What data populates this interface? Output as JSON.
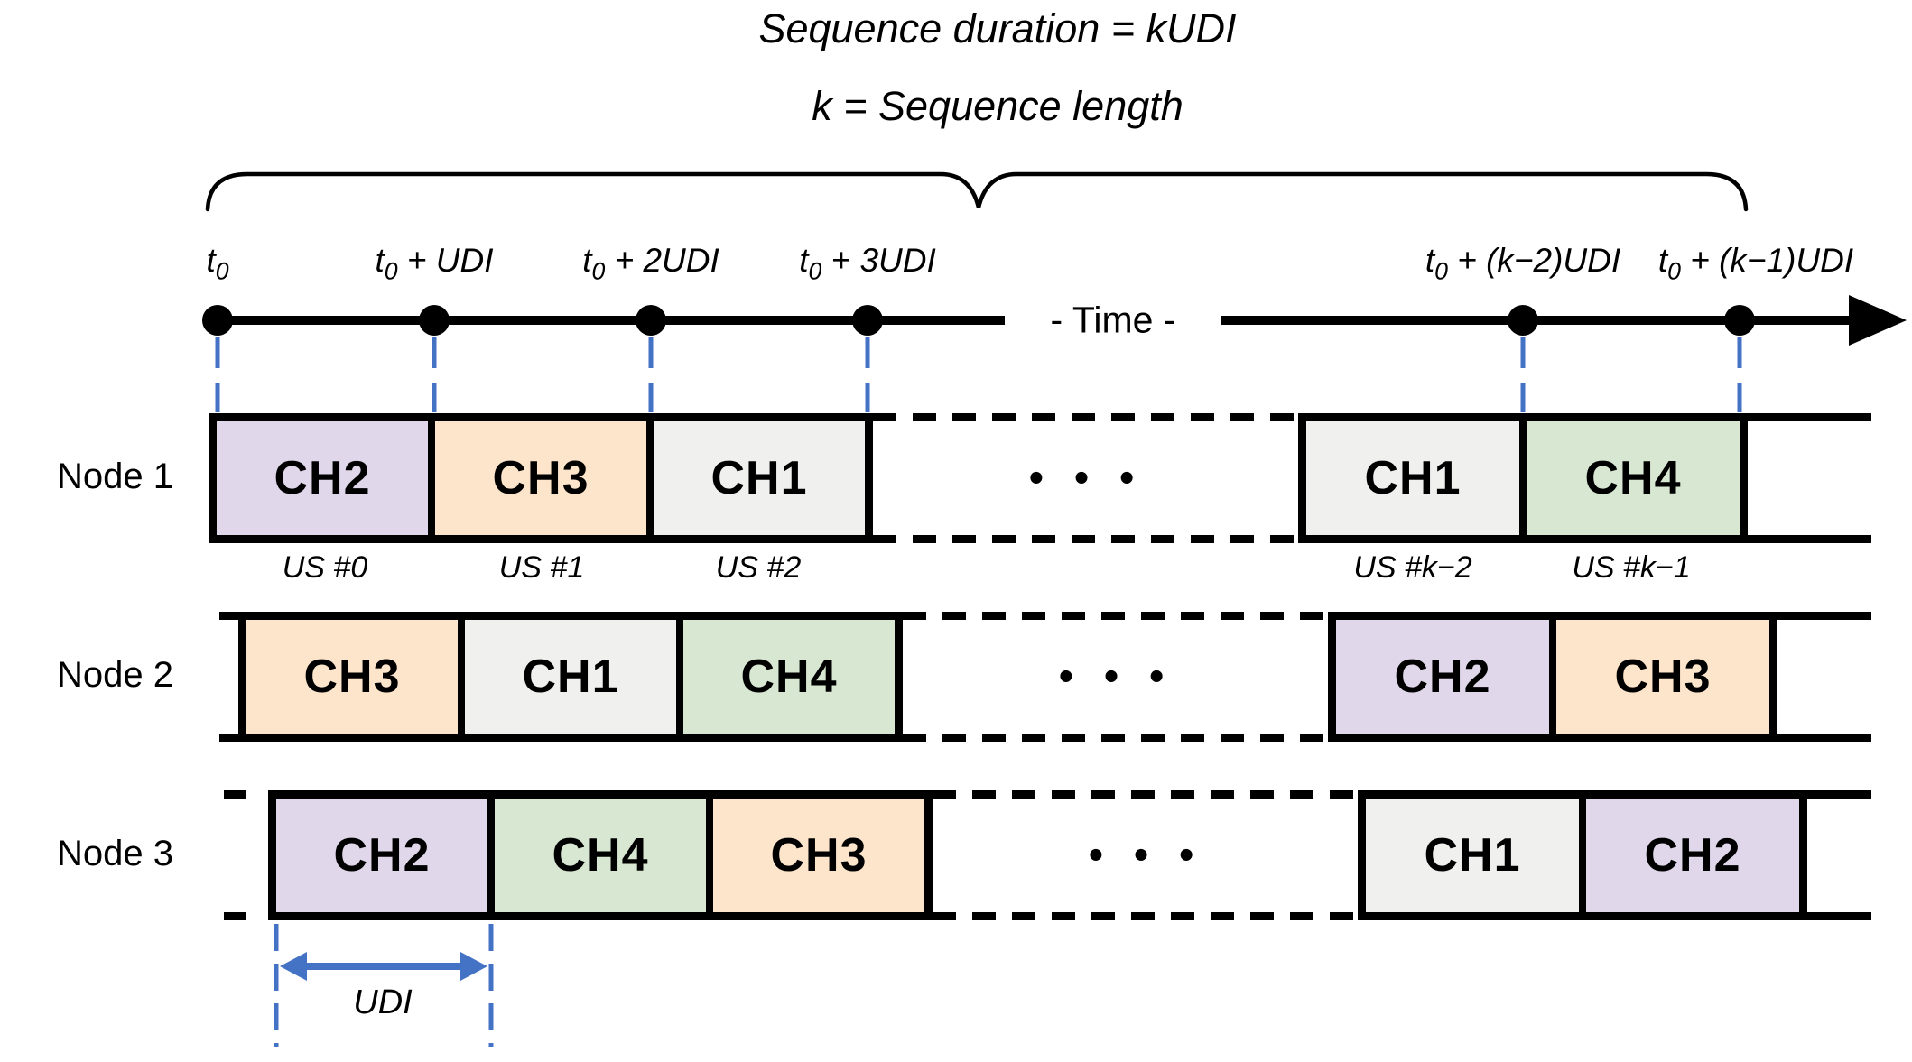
{
  "title": "Sequence duration = kUDI",
  "subtitle": "k = Sequence length",
  "time_axis": {
    "label": "- Time -",
    "tick_labels": [
      "t_0",
      "t_0 + UDI",
      "t_0 + 2UDI",
      "t_0 + 3UDI",
      "t_0 + (k−2)UDI",
      "t_0 + (k−1)UDI"
    ]
  },
  "ellipsis": "• • •",
  "nodes": [
    {
      "name": "Node 1",
      "left": [
        "CH2",
        "CH3",
        "CH1"
      ],
      "right": [
        "CH1",
        "CH4"
      ]
    },
    {
      "name": "Node 2",
      "left": [
        "CH3",
        "CH1",
        "CH4"
      ],
      "right": [
        "CH2",
        "CH3"
      ]
    },
    {
      "name": "Node 3",
      "left": [
        "CH2",
        "CH4",
        "CH3"
      ],
      "right": [
        "CH1",
        "CH2"
      ]
    }
  ],
  "us_labels": [
    "US #0",
    "US #1",
    "US #2",
    "US #k−2",
    "US #k−1"
  ],
  "udi_label": "UDI",
  "channel_colors": {
    "CH1": "#F0F0EF",
    "CH2": "#E1D7EA",
    "CH3": "#FCE5CB",
    "CH4": "#D7E7D1"
  },
  "line_color": "#000000",
  "accent_blue": "#4472C4"
}
